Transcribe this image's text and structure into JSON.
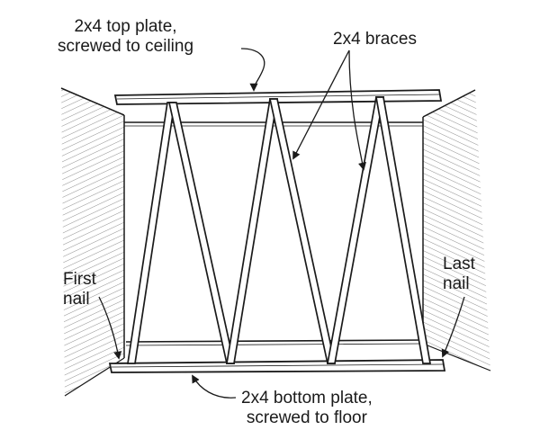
{
  "diagram": {
    "labels": {
      "top_plate": {
        "line1": "2x4 top plate,",
        "line2": "screwed to ceiling"
      },
      "braces": "2x4 braces",
      "first_nail": {
        "line1": "First",
        "line2": "nail"
      },
      "last_nail": {
        "line1": "Last",
        "line2": "nail"
      },
      "bottom_plate": {
        "line1": "2x4 bottom plate,",
        "line2": "screwed to floor"
      }
    },
    "colors": {
      "ink": "#1a1a1a",
      "paper": "#ffffff"
    }
  }
}
